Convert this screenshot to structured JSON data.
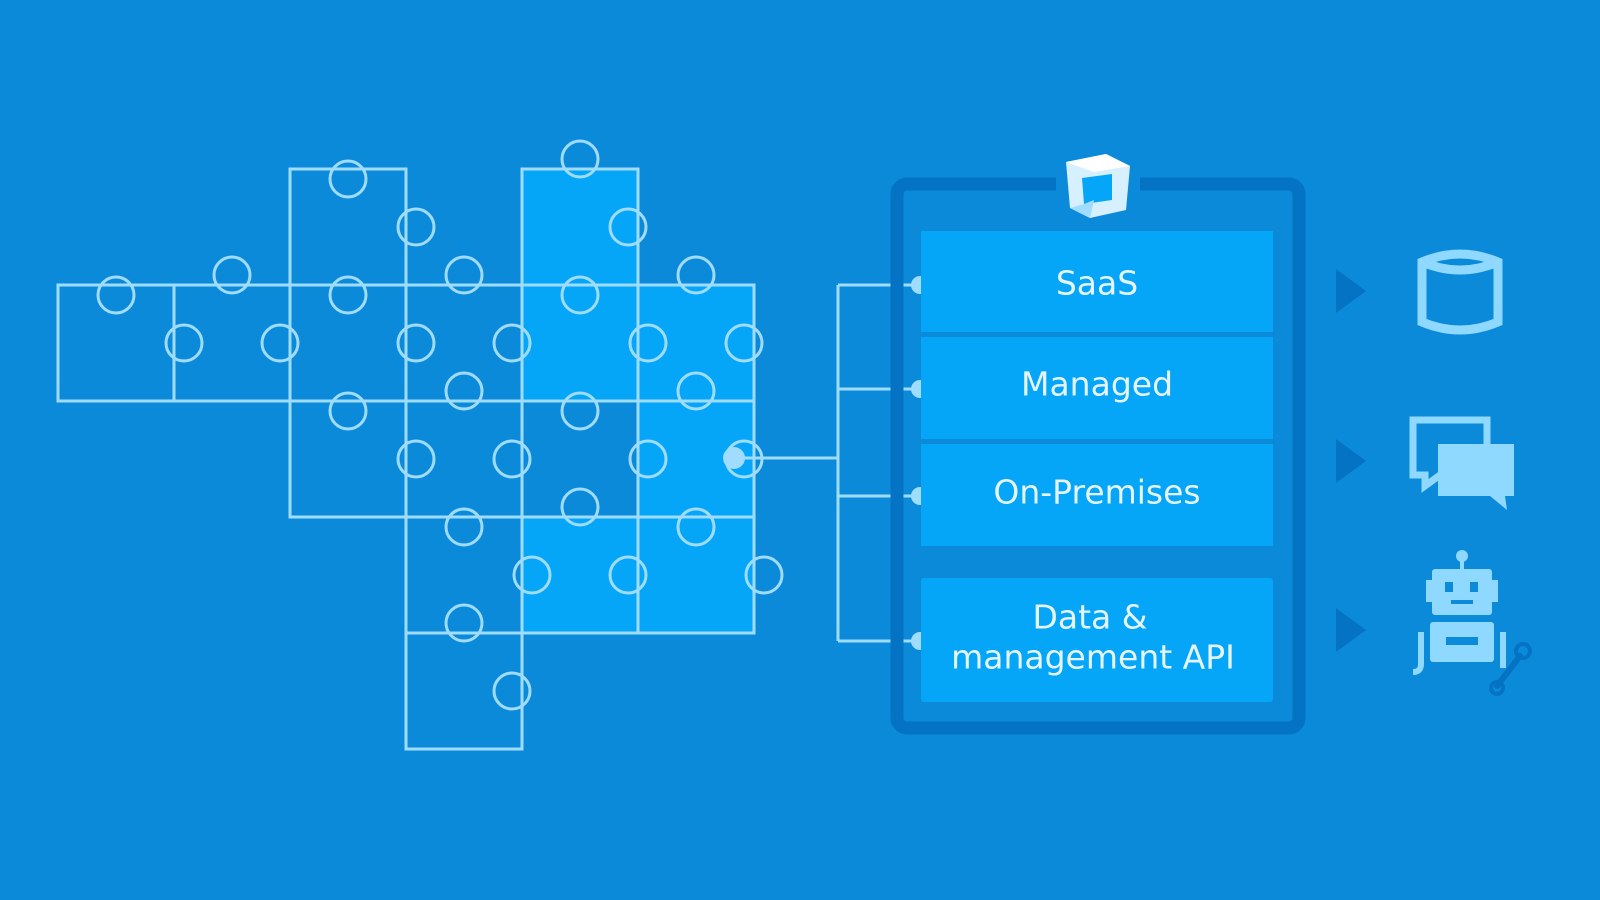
{
  "colors": {
    "background": "#0b8ad9",
    "piece_stroke": "#9fdcff",
    "piece_highlight": "#05a6f7",
    "panel_border": "#0573c4",
    "panel_item": "#05a6f7",
    "connector": "#9fdcff",
    "arrow": "#0573c4",
    "icon": "#8fd8ff",
    "label": "#e6f4ff"
  },
  "panel": {
    "logo_icon": "dynatrace-cube-icon",
    "items": [
      {
        "label": "SaaS"
      },
      {
        "label": "Managed"
      },
      {
        "label": "On-Premises"
      },
      {
        "label_lines": [
          "Data &",
          "management API"
        ]
      }
    ]
  },
  "outputs": [
    {
      "icon": "database-icon"
    },
    {
      "icon": "chat-bubbles-icon"
    },
    {
      "icon": "robot-icon"
    }
  ],
  "puzzle": {
    "icon": "puzzle-pieces-icon"
  }
}
